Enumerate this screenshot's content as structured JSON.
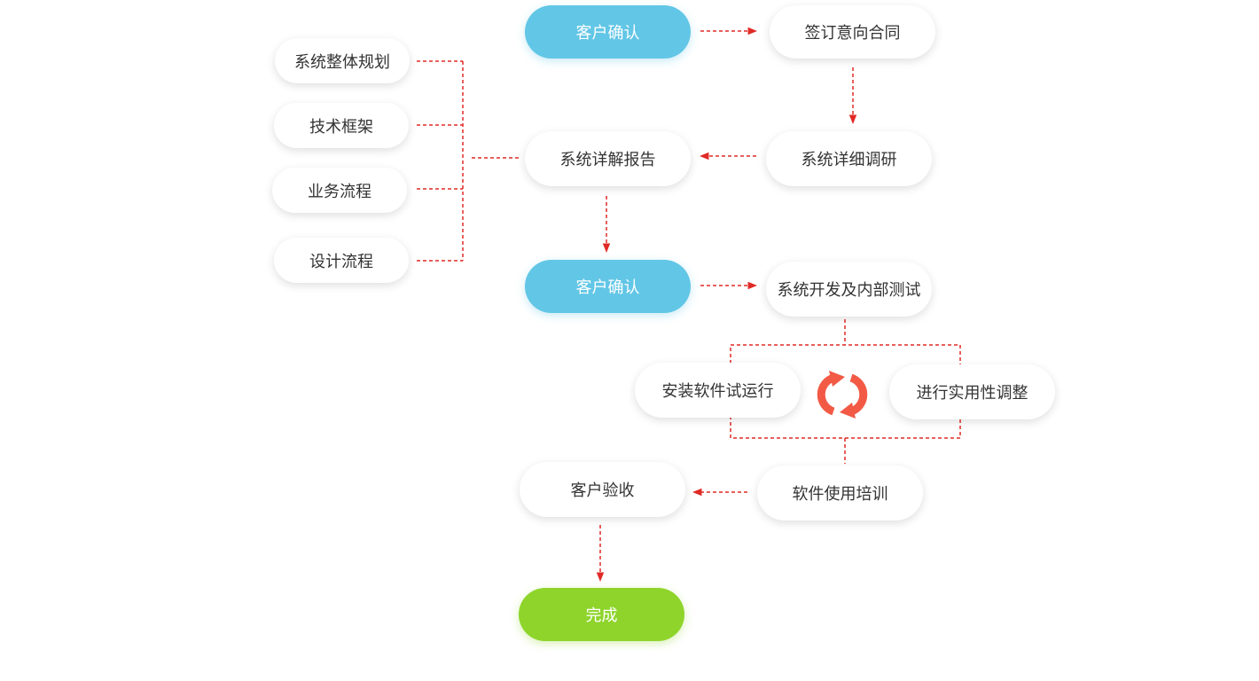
{
  "colors": {
    "connector": "#e02a26",
    "confirm_node": "#62c6e6",
    "done_node": "#8ed42b",
    "cycle_icon": "#f25a46"
  },
  "nodes": {
    "confirm_1": "客户确认",
    "sign_contract": "签订意向合同",
    "detailed_research": "系统详细调研",
    "detailed_report": "系统详解报告",
    "overall_planning": "系统整体规划",
    "tech_framework": "技术框架",
    "business_process": "业务流程",
    "design_process": "设计流程",
    "confirm_2": "客户确认",
    "dev_and_test": "系统开发及内部测试",
    "trial_install": "安装软件试运行",
    "practical_adjust": "进行实用性调整",
    "training": "软件使用培训",
    "acceptance": "客户验收",
    "done": "完成"
  },
  "icons": {
    "cycle": "refresh-cycle-icon"
  }
}
